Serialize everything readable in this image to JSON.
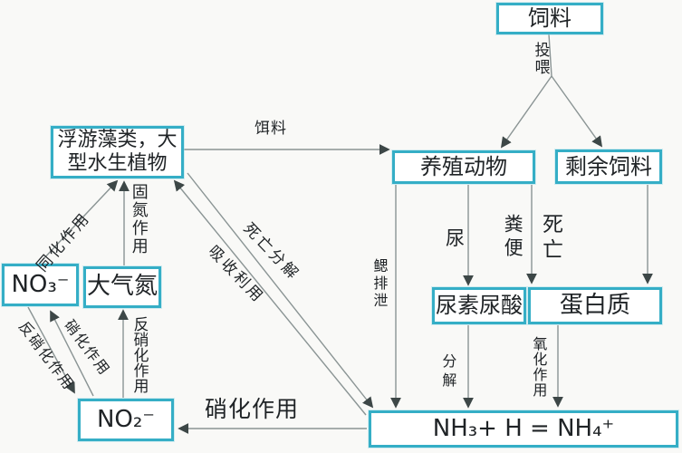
{
  "diagram": {
    "nodes": {
      "feed": "饲料",
      "plants": "浮游藻类，大型水生植物",
      "farmed_animals": "养殖动物",
      "leftover_feed": "剩余饲料",
      "nitrate": "NO₃⁻",
      "atmospheric_nitrogen": "大气氮",
      "nitrite": "NO₂⁻",
      "urea_uric_acid": "尿素尿酸",
      "protein": "蛋白质",
      "ammonia_equation": "NH₃+ H = NH₄⁺"
    },
    "edge_labels": {
      "feeding": "投喂",
      "bait": "饵料",
      "assimilation": "同化作用",
      "nitrogen_fixation": "固氮作用",
      "death_decomposition": "死亡分解",
      "absorption_utilization": "吸收利用",
      "gill_excretion": "鳃排泄",
      "urine": "尿",
      "feces": "粪便",
      "death": "死亡",
      "decomposition": "分解",
      "oxidation": "氧化作用",
      "nitrification": "硝化作用",
      "denitrification_to_n2": "反硝化作用",
      "denitrification_no3_no2": "反硝化作用",
      "nitrification_no2_no3": "硝化作用"
    },
    "colors": {
      "node_border": "#35aec6",
      "edge_line": "#8a9494",
      "arrowhead": "#3d4747",
      "text": "#1f2326",
      "background": "#f9f9f7"
    }
  }
}
